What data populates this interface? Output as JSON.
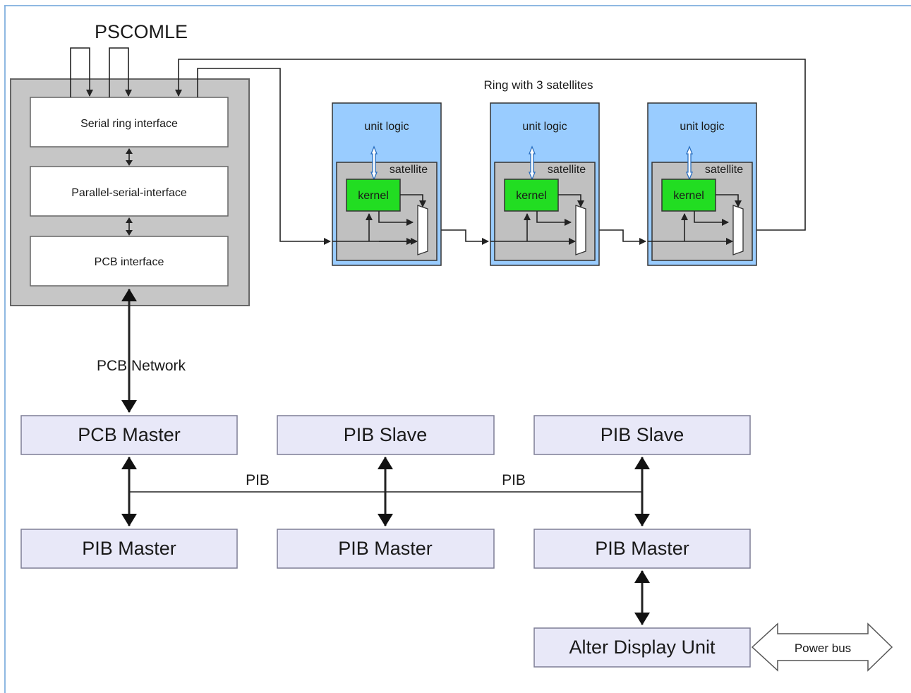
{
  "pscomle": {
    "title": "PSCOMLE",
    "blocks": [
      "Serial ring interface",
      "Parallel-serial-interface",
      "PCB interface"
    ]
  },
  "ring": {
    "title": "Ring with 3 satellites",
    "satellites": [
      {
        "unit_logic": "unit logic",
        "satellite": "satellite",
        "kernel": "kernel"
      },
      {
        "unit_logic": "unit logic",
        "satellite": "satellite",
        "kernel": "kernel"
      },
      {
        "unit_logic": "unit logic",
        "satellite": "satellite",
        "kernel": "kernel"
      }
    ]
  },
  "pcb_network": "PCB Network",
  "pib_labels": [
    "PIB",
    "PIB"
  ],
  "top_row": [
    "PCB Master",
    "PIB Slave",
    "PIB Slave"
  ],
  "bottom_row": [
    "PIB Master",
    "PIB Master",
    "PIB Master"
  ],
  "alter_display_unit": "Alter Display Unit",
  "power_bus": "Power bus",
  "colors": {
    "pscomle_frame": "#c6c6c6",
    "satellite_outer": "#99ccff",
    "satellite_inner": "#c0c0c0",
    "kernel": "#22dd22",
    "component_box": "#e8e8f8"
  }
}
